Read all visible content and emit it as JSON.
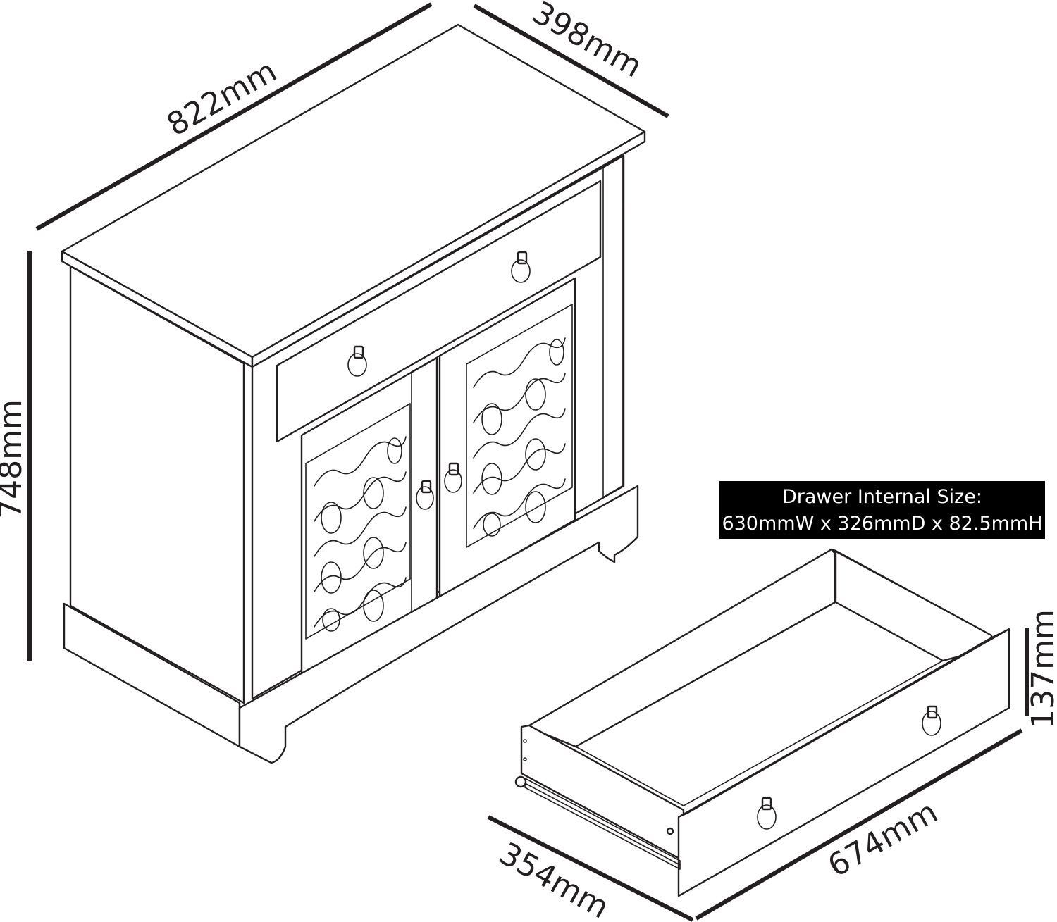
{
  "dimensions": {
    "cabinet_width": "822mm",
    "cabinet_depth": "398mm",
    "cabinet_height": "748mm",
    "drawer_height": "137mm",
    "drawer_depth": "354mm",
    "drawer_width": "674mm"
  },
  "drawer_internal": {
    "title": "Drawer Internal Size:",
    "size": "630mmW x 326mmD x 82.5mmH"
  },
  "colors": {
    "line": "#231f20",
    "label_background": "#000000",
    "label_text": "#ffffff"
  }
}
